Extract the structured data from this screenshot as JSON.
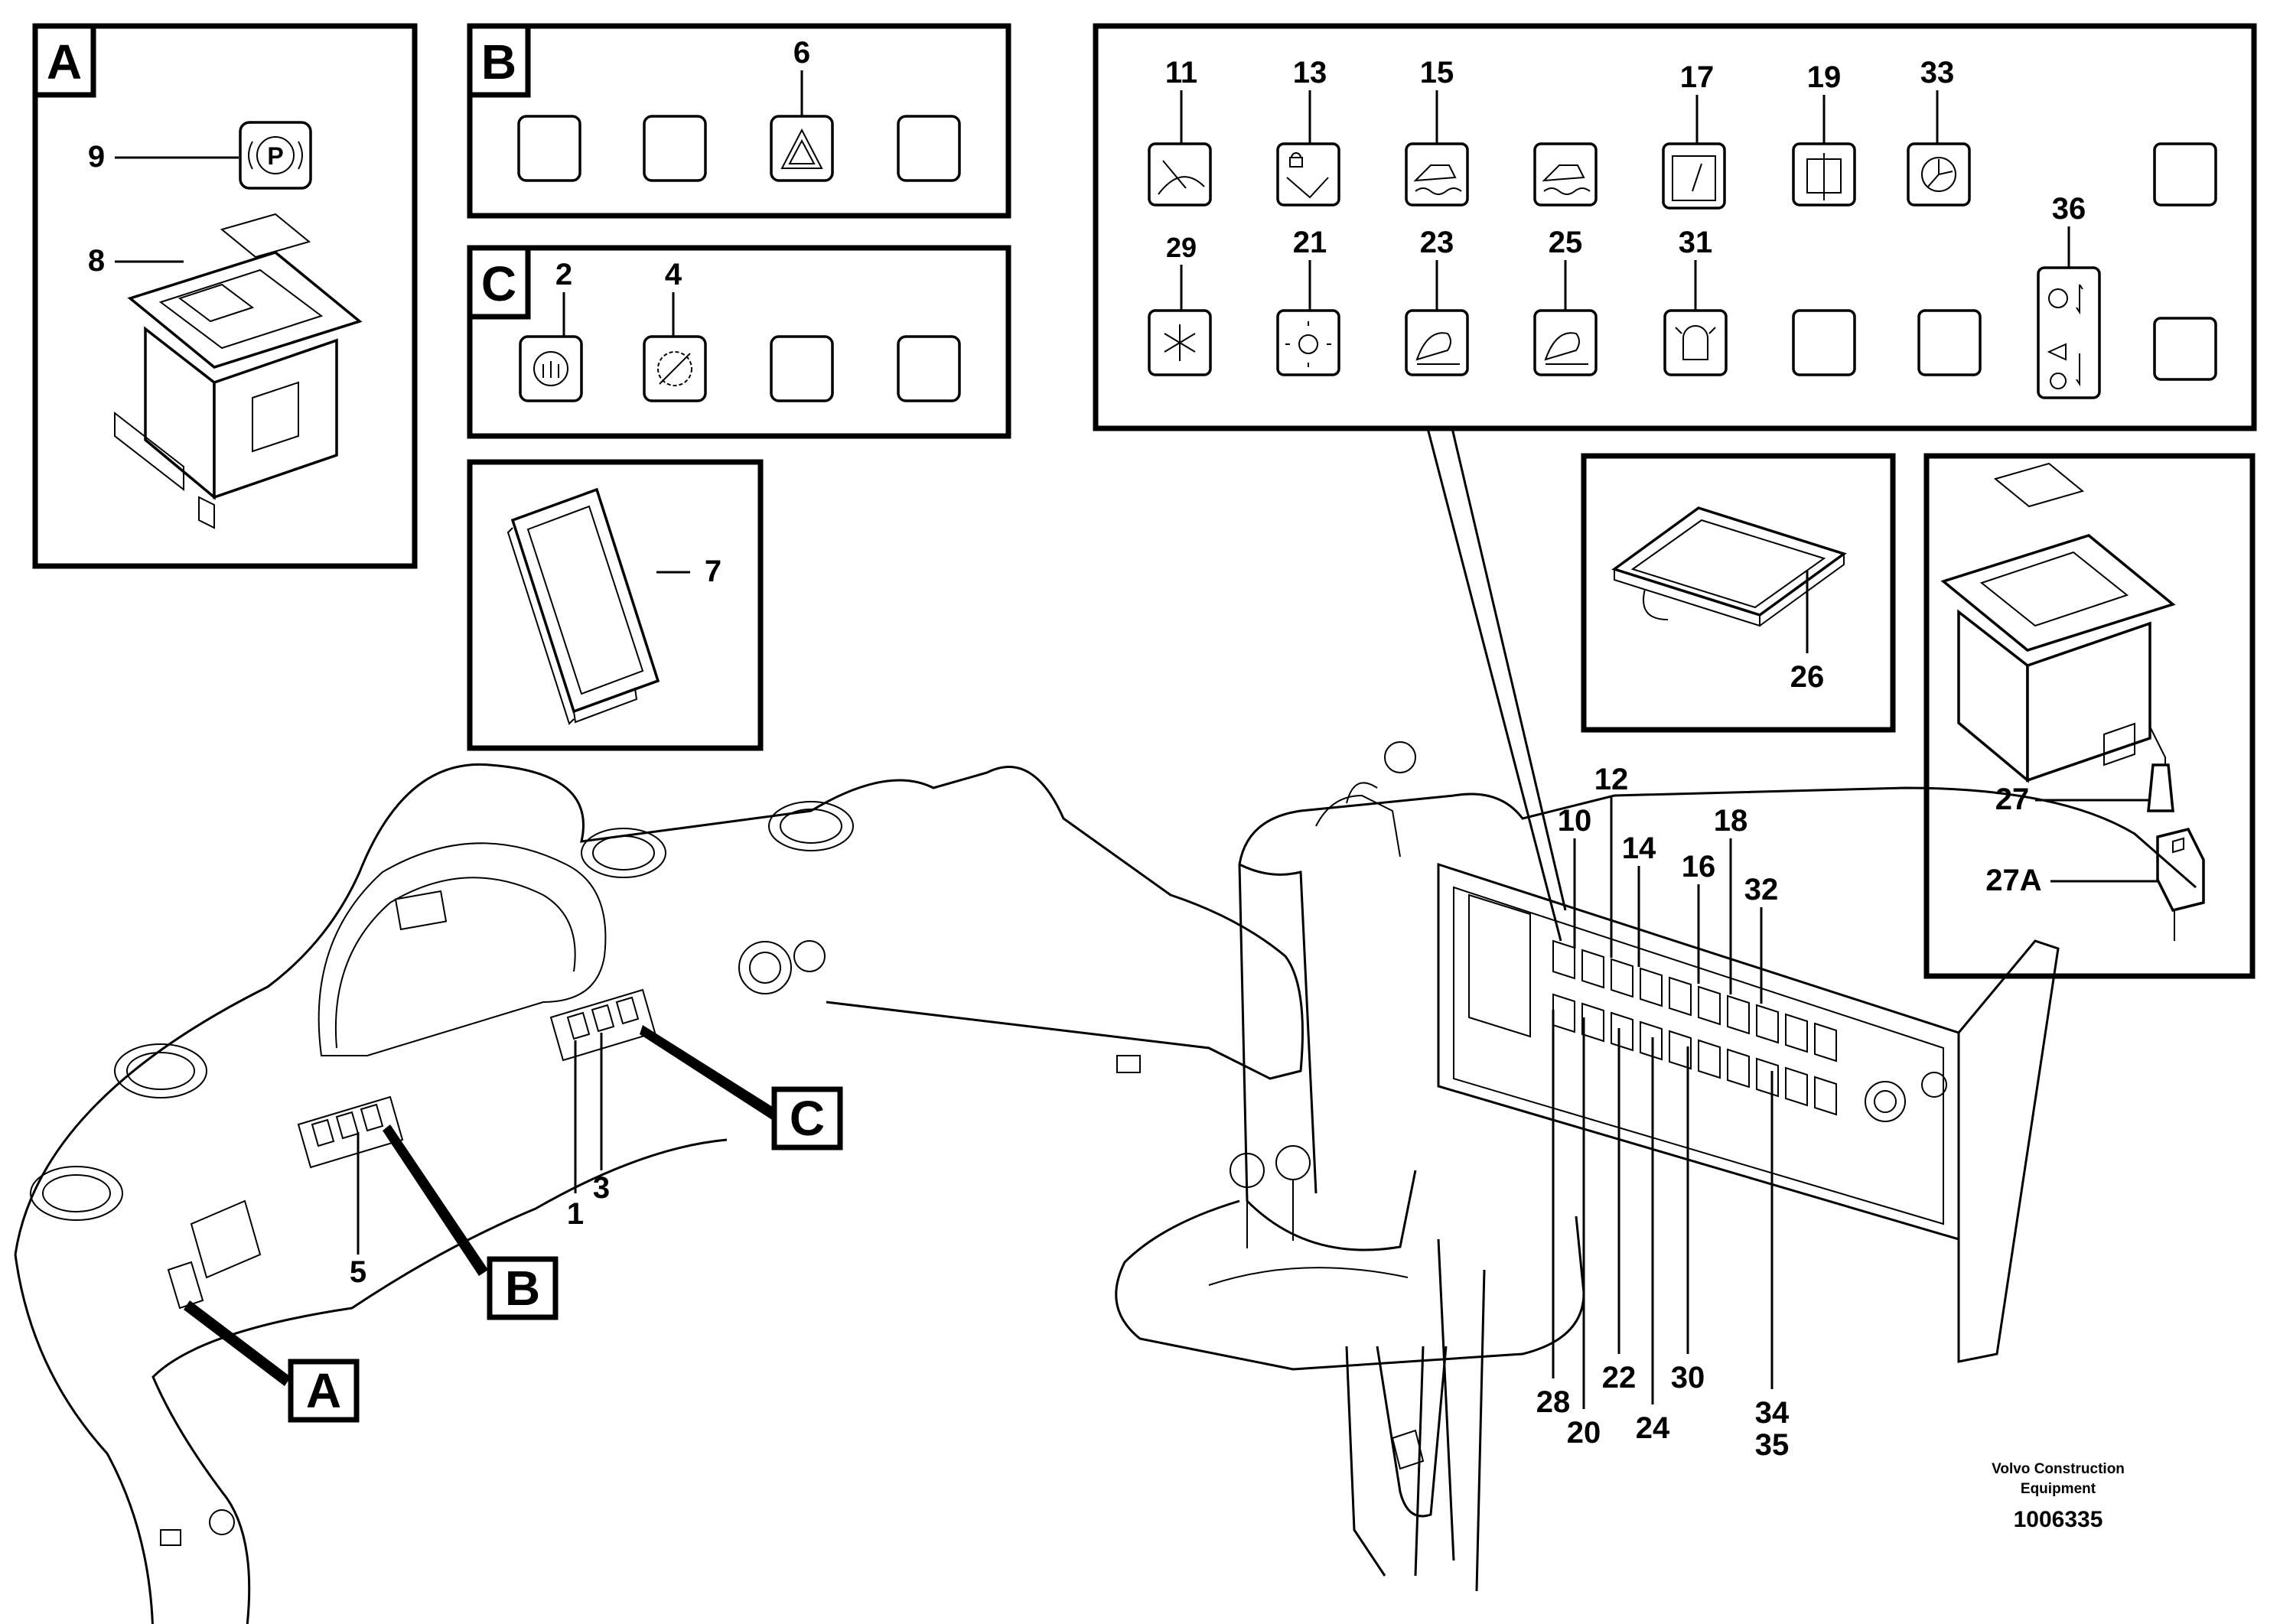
{
  "boxes": {
    "a": {
      "letter": "A",
      "callouts": [
        "9",
        "8"
      ]
    },
    "b": {
      "letter": "B",
      "callouts": [
        "6"
      ]
    },
    "c": {
      "letter": "C",
      "callouts": [
        "2",
        "4"
      ]
    },
    "d": {
      "callouts": [
        "7"
      ]
    },
    "e": {
      "callouts": [
        "26"
      ]
    },
    "f": {
      "callouts": [
        "27",
        "27A"
      ]
    }
  },
  "panel_callouts": {
    "row1": [
      "11",
      "13",
      "15",
      "17",
      "19",
      "33"
    ],
    "row2": [
      "29",
      "21",
      "23",
      "25",
      "31",
      "36"
    ]
  },
  "left_assembly": {
    "callouts": [
      "1",
      "3",
      "5"
    ],
    "section_letters": [
      "C",
      "B",
      "A"
    ]
  },
  "right_assembly": {
    "top_callouts": [
      "10",
      "12",
      "14",
      "16",
      "18",
      "32"
    ],
    "bottom_callouts": [
      "28",
      "20",
      "22",
      "24",
      "30",
      "34",
      "35"
    ]
  },
  "footer": {
    "company_line1": "Volvo Construction",
    "company_line2": "Equipment",
    "drawing_number": "1006335"
  }
}
